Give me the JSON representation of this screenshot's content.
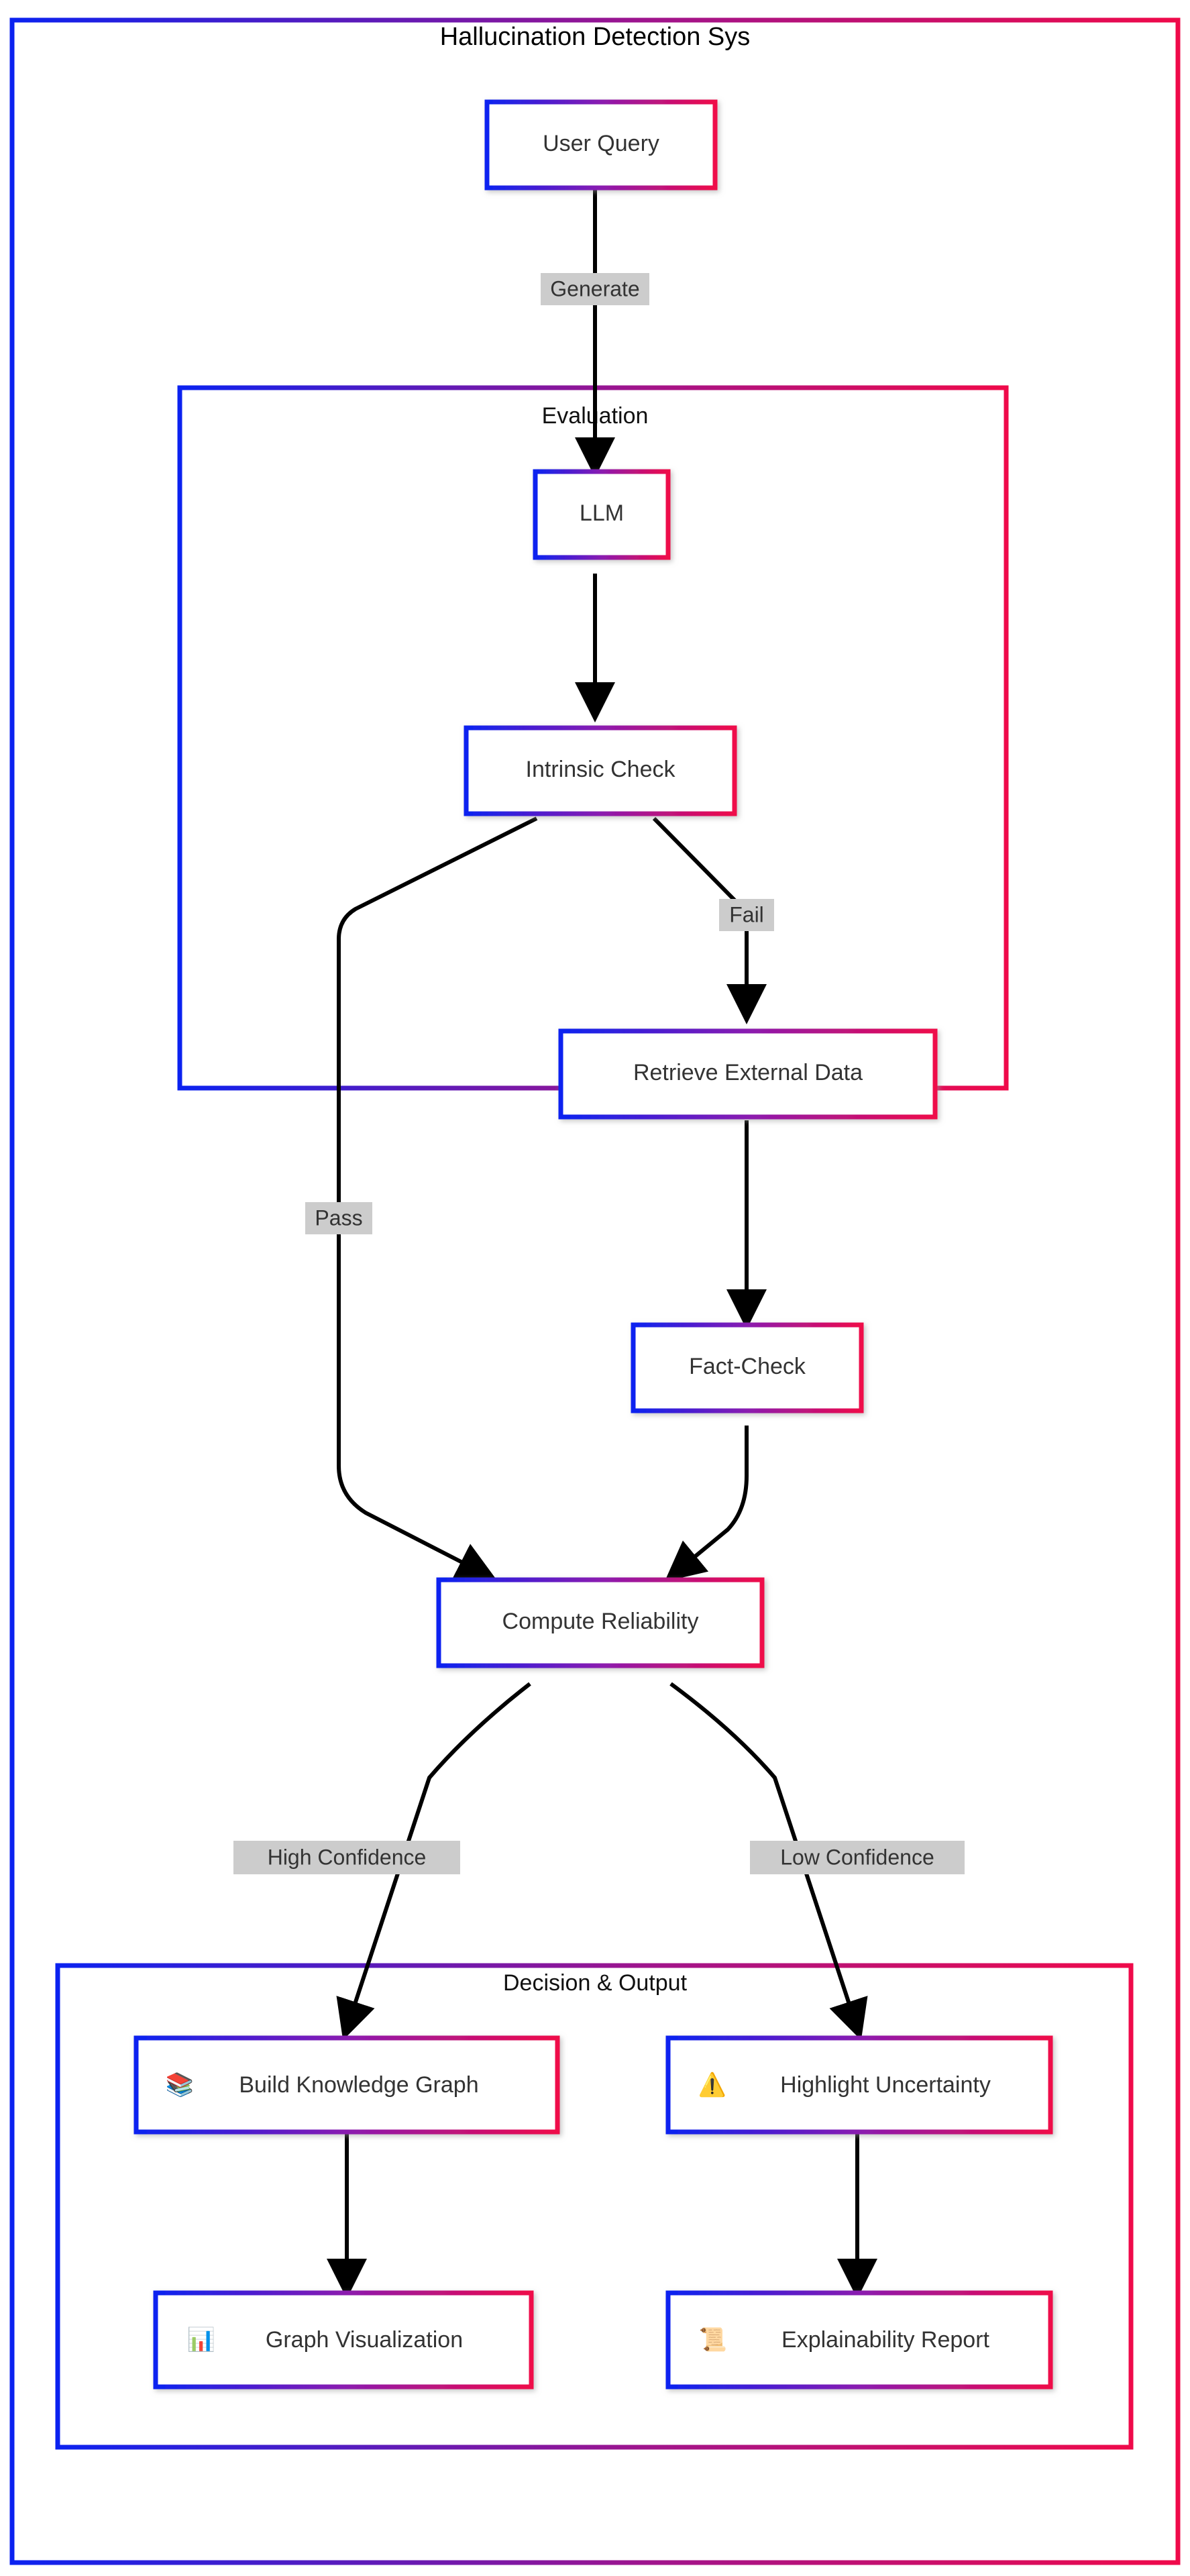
{
  "diagram": {
    "title": "Hallucination Detection Sys",
    "type": "flowchart",
    "direction": "top-down",
    "theme": {
      "node_border_gradient_start": "#0b22f0",
      "node_border_gradient_end": "#ef0a4a",
      "node_fill": "#ffffff",
      "edge_color": "#000000",
      "edge_label_bg": "#cccccc",
      "node_text_color": "#333333",
      "canvas_bg": "#ffffff"
    },
    "subgraphs": [
      {
        "id": "evaluation",
        "label": "Evaluation"
      },
      {
        "id": "decision_output",
        "label": "Decision & Output"
      }
    ],
    "nodes": [
      {
        "id": "user_query",
        "label": "User Query",
        "emoji": "",
        "icon": "none",
        "group": "root"
      },
      {
        "id": "llm",
        "label": "LLM",
        "emoji": "",
        "icon": "none",
        "group": "evaluation"
      },
      {
        "id": "intrinsic",
        "label": "Intrinsic Check",
        "emoji": "",
        "icon": "none",
        "group": "evaluation"
      },
      {
        "id": "retrieve",
        "label": "Retrieve External Data",
        "emoji": "",
        "icon": "none",
        "group": "evaluation"
      },
      {
        "id": "factcheck",
        "label": "Fact-Check",
        "emoji": "",
        "icon": "none",
        "group": "evaluation"
      },
      {
        "id": "reliability",
        "label": "Compute Reliability",
        "emoji": "",
        "icon": "none",
        "group": "evaluation"
      },
      {
        "id": "kgraph",
        "label": "Build Knowledge Graph",
        "emoji": "📚",
        "icon": "books-icon",
        "group": "decision_output"
      },
      {
        "id": "uncertainty",
        "label": "Highlight Uncertainty",
        "emoji": "⚠️",
        "icon": "warning-icon",
        "group": "decision_output"
      },
      {
        "id": "graphviz",
        "label": "Graph Visualization",
        "emoji": "📊",
        "icon": "bar-chart-icon",
        "group": "decision_output"
      },
      {
        "id": "explain",
        "label": "Explainability Report",
        "emoji": "📜",
        "icon": "scroll-icon",
        "group": "decision_output"
      }
    ],
    "edges": [
      {
        "from": "user_query",
        "to": "llm",
        "label": "Generate"
      },
      {
        "from": "llm",
        "to": "intrinsic",
        "label": ""
      },
      {
        "from": "intrinsic",
        "to": "reliability",
        "label": "Pass"
      },
      {
        "from": "intrinsic",
        "to": "retrieve",
        "label": "Fail"
      },
      {
        "from": "retrieve",
        "to": "factcheck",
        "label": ""
      },
      {
        "from": "factcheck",
        "to": "reliability",
        "label": ""
      },
      {
        "from": "reliability",
        "to": "kgraph",
        "label": "High Confidence"
      },
      {
        "from": "reliability",
        "to": "uncertainty",
        "label": "Low Confidence"
      },
      {
        "from": "kgraph",
        "to": "graphviz",
        "label": ""
      },
      {
        "from": "uncertainty",
        "to": "explain",
        "label": ""
      }
    ],
    "edge_labels": {
      "generate": "Generate",
      "pass": "Pass",
      "fail": "Fail",
      "high_confidence": "High Confidence",
      "low_confidence": "Low Confidence"
    },
    "node_labels": {
      "user_query": "User Query",
      "llm": "LLM",
      "intrinsic": "Intrinsic Check",
      "retrieve": "Retrieve External Data",
      "factcheck": "Fact-Check",
      "reliability": "Compute Reliability",
      "kgraph": "Build Knowledge Graph",
      "uncertainty": "Highlight Uncertainty",
      "graphviz": "Graph Visualization",
      "explain": "Explainability Report"
    },
    "node_emoji": {
      "kgraph": "📚",
      "uncertainty": "⚠️",
      "graphviz": "📊",
      "explain": "📜"
    }
  }
}
